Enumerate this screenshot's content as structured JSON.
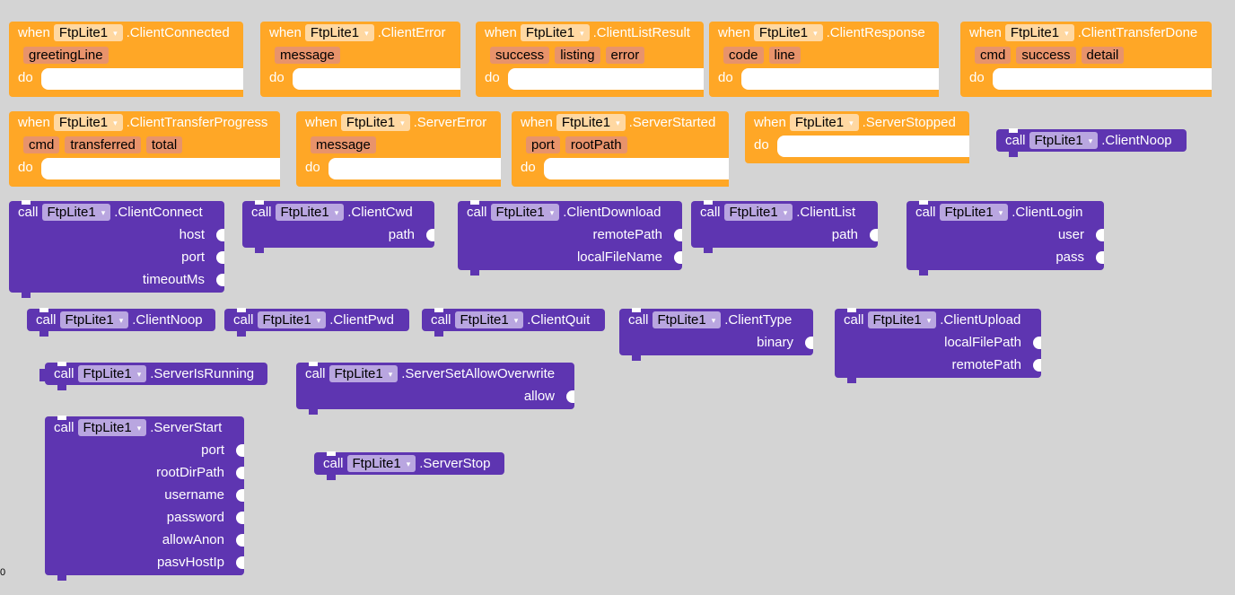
{
  "keywords": {
    "when": "when",
    "do": "do",
    "call": "call"
  },
  "component": "FtpLite1",
  "event_blocks": [
    {
      "event": ".ClientConnected",
      "params": [
        "greetingLine"
      ]
    },
    {
      "event": ".ClientError",
      "params": [
        "message"
      ]
    },
    {
      "event": ".ClientListResult",
      "params": [
        "success",
        "listing",
        "error"
      ]
    },
    {
      "event": ".ClientResponse",
      "params": [
        "code",
        "line"
      ]
    },
    {
      "event": ".ClientTransferDone",
      "params": [
        "cmd",
        "success",
        "detail"
      ]
    },
    {
      "event": ".ClientTransferProgress",
      "params": [
        "cmd",
        "transferred",
        "total"
      ]
    },
    {
      "event": ".ServerError",
      "params": [
        "message"
      ]
    },
    {
      "event": ".ServerStarted",
      "params": [
        "port",
        "rootPath"
      ]
    },
    {
      "event": ".ServerStopped",
      "params": []
    }
  ],
  "method_blocks": [
    {
      "method": ".ClientNoop",
      "args": []
    },
    {
      "method": ".ClientConnect",
      "args": [
        "host",
        "port",
        "timeoutMs"
      ]
    },
    {
      "method": ".ClientCwd",
      "args": [
        "path"
      ]
    },
    {
      "method": ".ClientDownload",
      "args": [
        "remotePath",
        "localFileName"
      ]
    },
    {
      "method": ".ClientList",
      "args": [
        "path"
      ]
    },
    {
      "method": ".ClientLogin",
      "args": [
        "user",
        "pass"
      ]
    },
    {
      "method": ".ClientNoop",
      "args": []
    },
    {
      "method": ".ClientPwd",
      "args": []
    },
    {
      "method": ".ClientQuit",
      "args": []
    },
    {
      "method": ".ClientType",
      "args": [
        "binary"
      ]
    },
    {
      "method": ".ClientUpload",
      "args": [
        "localFilePath",
        "remotePath"
      ]
    },
    {
      "method": ".ServerIsRunning",
      "args": []
    },
    {
      "method": ".ServerSetAllowOverwrite",
      "args": [
        "allow"
      ]
    },
    {
      "method": ".ServerStart",
      "args": [
        "port",
        "rootDirPath",
        "username",
        "password",
        "allowAnon",
        "pasvHostIp"
      ]
    },
    {
      "method": ".ServerStop",
      "args": []
    }
  ],
  "corner_text": "0",
  "colors": {
    "event": "#ffa726",
    "method": "#5e35b1",
    "param": "#e8936b"
  }
}
